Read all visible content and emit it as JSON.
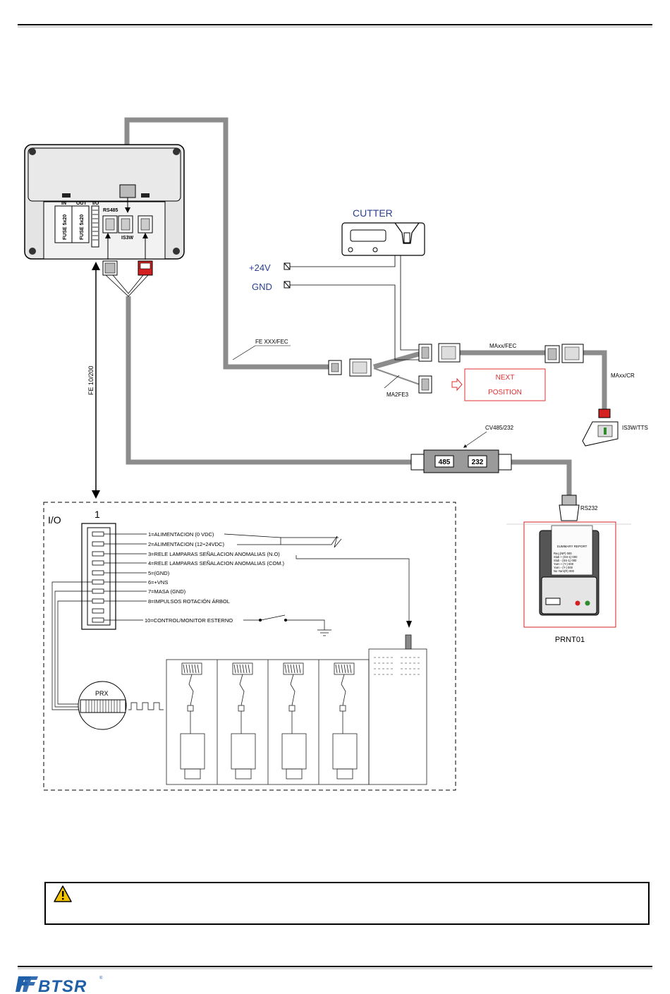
{
  "labels": {
    "cutter": "CUTTER",
    "v24": "+24V",
    "gnd": "GND",
    "fe_xxx": "FE XXX/FEC",
    "ma2fe3": "MA2FE3",
    "maxx_fec": "MAxx/FEC",
    "maxx_cr": "MAxx/CR",
    "is3w_tts": "IS3W/TTS",
    "next_line1": "NEXT",
    "next_line2": "POSITION",
    "cv485": "CV485/232",
    "conv_485": "485",
    "conv_232": "232",
    "rs232": "RS232",
    "prnt01": "PRNT01",
    "fe10": "FE 10/200",
    "io": "I/O",
    "pin1": "1",
    "prx": "PRX"
  },
  "unit": {
    "in": "IN",
    "out": "OUT",
    "io": "I/O",
    "rs485": "RS485",
    "is3w": "IS3W",
    "fuse1": "FUSE 5x20",
    "fuse2": "FUSE 5x20"
  },
  "pins": [
    "1=ALIMENTACION  (0 VDC)",
    "2=ALIMENTACION  (12÷24VDC)",
    "3=RELE LAMPARAS SEÑALACION ANOMALIAS (N.O)",
    "4=RELE LAMPARAS SEÑALACION ANOMALIAS (COM.)",
    "5=(GND)",
    "6=+VNS",
    "7=MASA (GND)",
    "8=IMPULSOS ROTACIÓN ÁRBOL",
    "10=CONTROL/MONITOR ESTERNO"
  ],
  "printer_report": {
    "title": "SUMMARY REPORT",
    "rows": [
      "Req    (NP)   000",
      "Slub + (SS-1) 000",
      "Slub - (SS-1) 000",
      "Yarn + (Y-)   000",
      "Yarn - (Y-)   000",
      "No Yarn(R)    000"
    ]
  },
  "colors": {
    "cable": "#8c8c8c",
    "red_connector": "#d42020",
    "next_box": "#e03030",
    "label_blue": "#2a3f8f"
  }
}
